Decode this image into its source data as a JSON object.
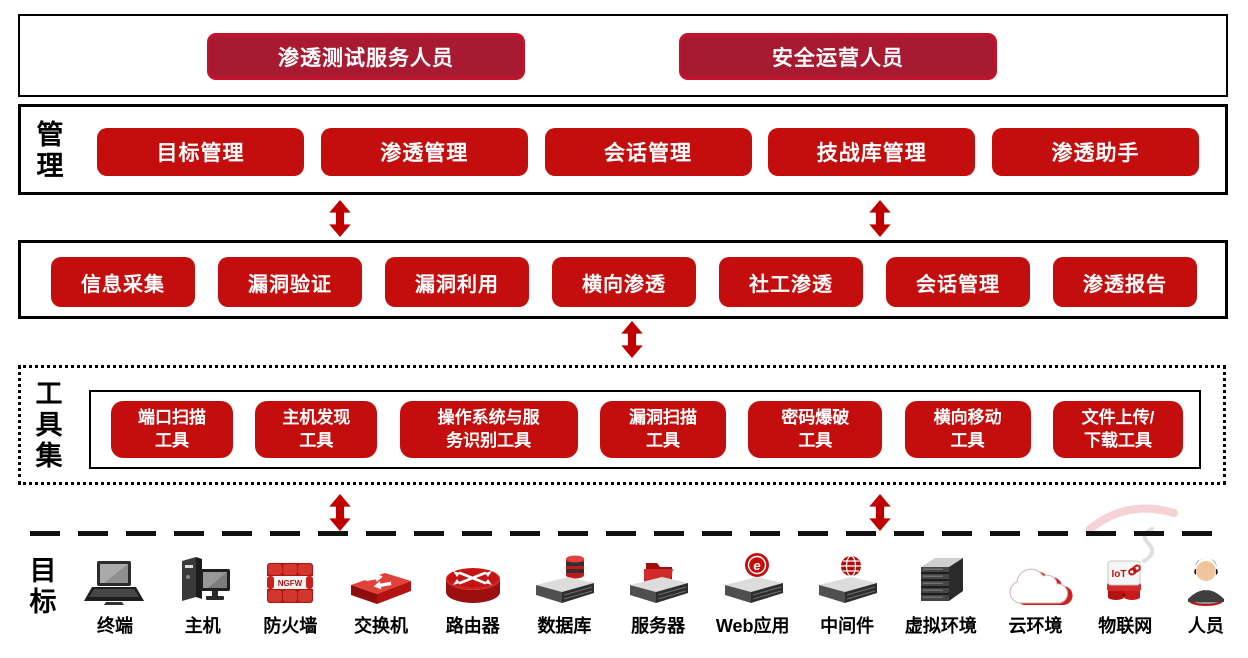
{
  "diagram_title": "penetration-testing-platform-architecture",
  "colors": {
    "button_red": "#c40e0e",
    "user_button_fill": "#a81a31",
    "user_button_border": "#c6112c",
    "arrow_red": "#c00000",
    "border_black": "#000000",
    "background": "#ffffff"
  },
  "users": {
    "buttons": [
      "渗透测试服务人员",
      "安全运营人员"
    ]
  },
  "management": {
    "label": "管理",
    "buttons": [
      "目标管理",
      "渗透管理",
      "会话管理",
      "技战库管理",
      "渗透助手"
    ]
  },
  "operations": {
    "buttons": [
      "信息采集",
      "漏洞验证",
      "漏洞利用",
      "横向渗透",
      "社工渗透",
      "会话管理",
      "渗透报告"
    ]
  },
  "toolset": {
    "label": "工具集",
    "buttons": [
      "端口扫描\n工具",
      "主机发现\n工具",
      "操作系统与服\n务识别工具",
      "漏洞扫描\n工具",
      "密码爆破\n工具",
      "横向移动\n工具",
      "文件上传/\n下载工具"
    ]
  },
  "targets": {
    "label": "目标",
    "items": [
      {
        "icon": "terminal-icon",
        "label": "终端"
      },
      {
        "icon": "host-icon",
        "label": "主机"
      },
      {
        "icon": "firewall-icon",
        "label": "防火墙"
      },
      {
        "icon": "switch-icon",
        "label": "交换机"
      },
      {
        "icon": "router-icon",
        "label": "路由器"
      },
      {
        "icon": "database-icon",
        "label": "数据库"
      },
      {
        "icon": "server-icon",
        "label": "服务器"
      },
      {
        "icon": "web-app-icon",
        "label": "Web应用"
      },
      {
        "icon": "middleware-icon",
        "label": "中间件"
      },
      {
        "icon": "virtual-env-icon",
        "label": "虚拟环境"
      },
      {
        "icon": "cloud-icon",
        "label": "云环境"
      },
      {
        "icon": "iot-icon",
        "label": "物联网"
      },
      {
        "icon": "person-icon",
        "label": "人员"
      }
    ]
  },
  "icon_text": {
    "ngfw": "NGFW",
    "iot": "IoT",
    "web_e": "e"
  }
}
